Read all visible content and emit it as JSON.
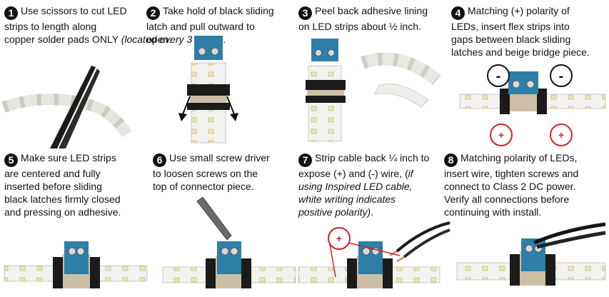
{
  "steps": [
    {
      "num": "1",
      "text": "Use scissors to cut LED\nstrips to length along\ncopper solder pads ONLY",
      "italic": "(located every 3 LEDs)",
      "tail": "."
    },
    {
      "num": "2",
      "text": "Take hold of black sliding\nlatch and pull outward to\nopen.",
      "italic": "",
      "tail": ""
    },
    {
      "num": "3",
      "text": "Peel back adhesive lining\non LED strips about ½ inch.",
      "italic": "",
      "tail": ""
    },
    {
      "num": "4",
      "text": "Matching (+) polarity of\nLEDs, insert flex strips into\ngaps between black sliding\nlatches and beige bridge piece.",
      "italic": "",
      "tail": ""
    },
    {
      "num": "5",
      "text": "Make sure LED strips\nare centered and fully\ninserted before sliding\nblack latches firmly closed\nand pressing on adhesive.",
      "italic": "",
      "tail": ""
    },
    {
      "num": "6",
      "text": "Use small screw driver\nto loosen screws on the\ntop of connector piece.",
      "italic": "",
      "tail": ""
    },
    {
      "num": "7",
      "text": "Strip cable back ¼ inch to\nexpose (+) and (-) wire, (",
      "italic": "if\nusing Inspired LED cable,\nwhite writing indicates\npositive polarity)",
      "tail": "."
    },
    {
      "num": "8",
      "text": "Matching polarity of LEDs,\ninsert wire, tighten screws and\nconnect to Class 2 DC power.\nVerify all connections before\ncontinuing with install.",
      "italic": "",
      "tail": ""
    }
  ],
  "markers": {
    "minus": "-",
    "plus": "+"
  },
  "colors": {
    "connector_blue": "#2d7fa8",
    "strip_white": "#f2f2ee",
    "latch_black": "#1b1b1b",
    "bridge_beige": "#cdbfa6",
    "led_yellow": "#f2e6a8",
    "polarity_red": "#d61f26"
  }
}
